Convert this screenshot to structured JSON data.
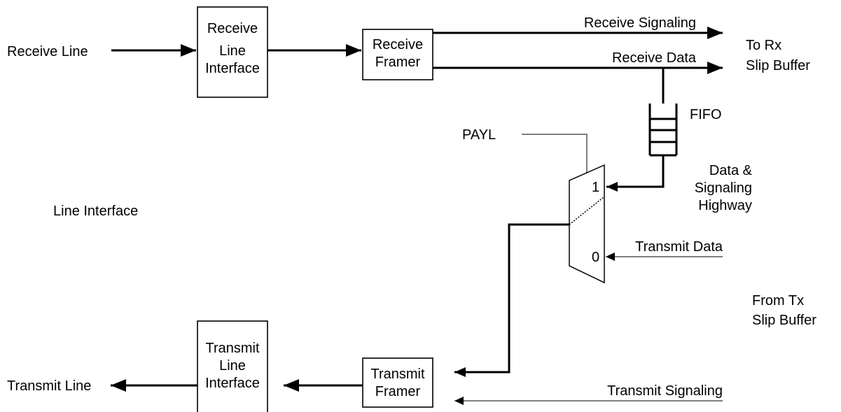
{
  "labels": {
    "receive_line": "Receive Line",
    "rli_1": "Receive",
    "rli_2": "Line",
    "rli_3": "Interface",
    "rf_1": "Receive",
    "rf_2": "Framer",
    "receive_signaling": "Receive Signaling",
    "receive_data": "Receive Data",
    "to_rx_1": "To Rx",
    "to_rx_2": "Slip Buffer",
    "fifo": "FIFO",
    "payl": "PAYL",
    "highway_1": "Data &",
    "highway_2": "Signaling",
    "highway_3": "Highway",
    "mux_in_1": "1",
    "mux_in_0": "0",
    "line_interface": "Line Interface",
    "transmit_data": "Transmit Data",
    "from_tx_1": "From Tx",
    "from_tx_2": "Slip Buffer",
    "tli_1": "Transmit",
    "tli_2": "Line",
    "tli_3": "Interface",
    "tf_1": "Transmit",
    "tf_2": "Framer",
    "transmit_signaling": "Transmit Signaling",
    "transmit_line": "Transmit Line"
  }
}
